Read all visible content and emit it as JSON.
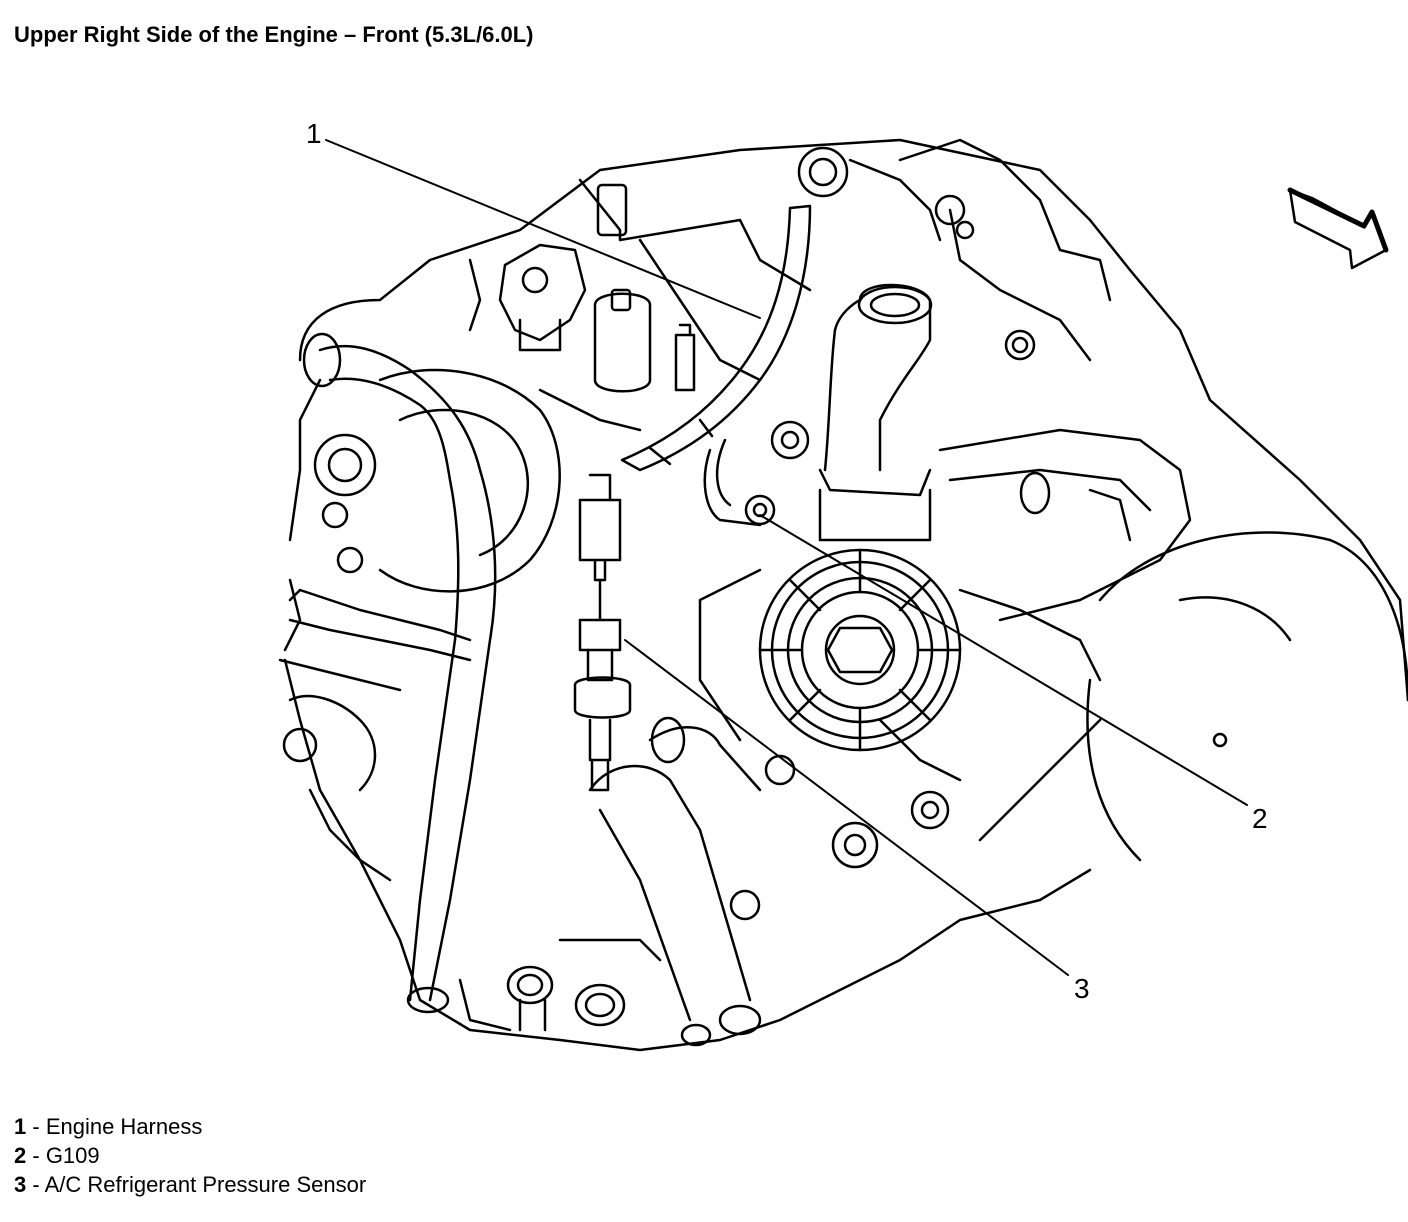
{
  "title": "Upper Right Side of the Engine – Front (5.3L/6.0L)",
  "callouts": [
    {
      "number": "1",
      "label": "Engine Harness"
    },
    {
      "number": "2",
      "label": "G109"
    },
    {
      "number": "3",
      "label": "A/C Refrigerant Pressure Sensor"
    }
  ],
  "legend_separator": " - ",
  "direction_indicator": "front-arrow-icon",
  "colors": {
    "line": "#000000",
    "background": "#ffffff"
  }
}
